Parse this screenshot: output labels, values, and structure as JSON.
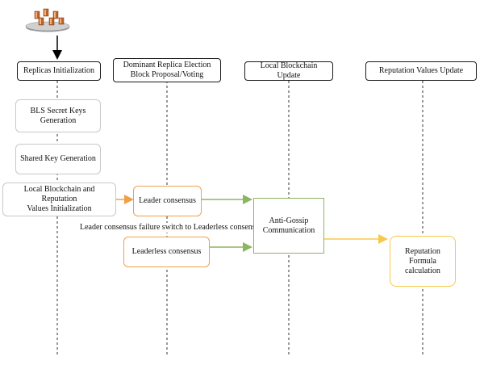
{
  "lanes": [
    {
      "label": "Replicas Initialization"
    },
    {
      "label": "Dominant Replica Election\nBlock Proposal/Voting"
    },
    {
      "label": "Local Blockchain Update"
    },
    {
      "label": "Reputation Values Update"
    }
  ],
  "steps": {
    "bls_keys": "BLS Secret Keys\nGeneration",
    "shared_key": "Shared Key Generation",
    "local_init": "Local Blockchain and Reputation\nValues Initialization",
    "leader_consensus": "Leader consensus",
    "leaderless_consensus": "Leaderless consensus",
    "anti_gossip": "Anti-Gossip\nCommunication",
    "reputation_formula": "Reputation\nFormula\ncalculation"
  },
  "annotations": {
    "failure_switch": "Leader consensus failure switch to Leaderless consensus"
  },
  "colors": {
    "orange": "#f0a04b",
    "green": "#8cb560",
    "yellow": "#f7c948",
    "gray_border": "#c8c8c8",
    "server": "#c0622c"
  },
  "icons": {
    "replica_cluster": "server-cluster-icon"
  }
}
